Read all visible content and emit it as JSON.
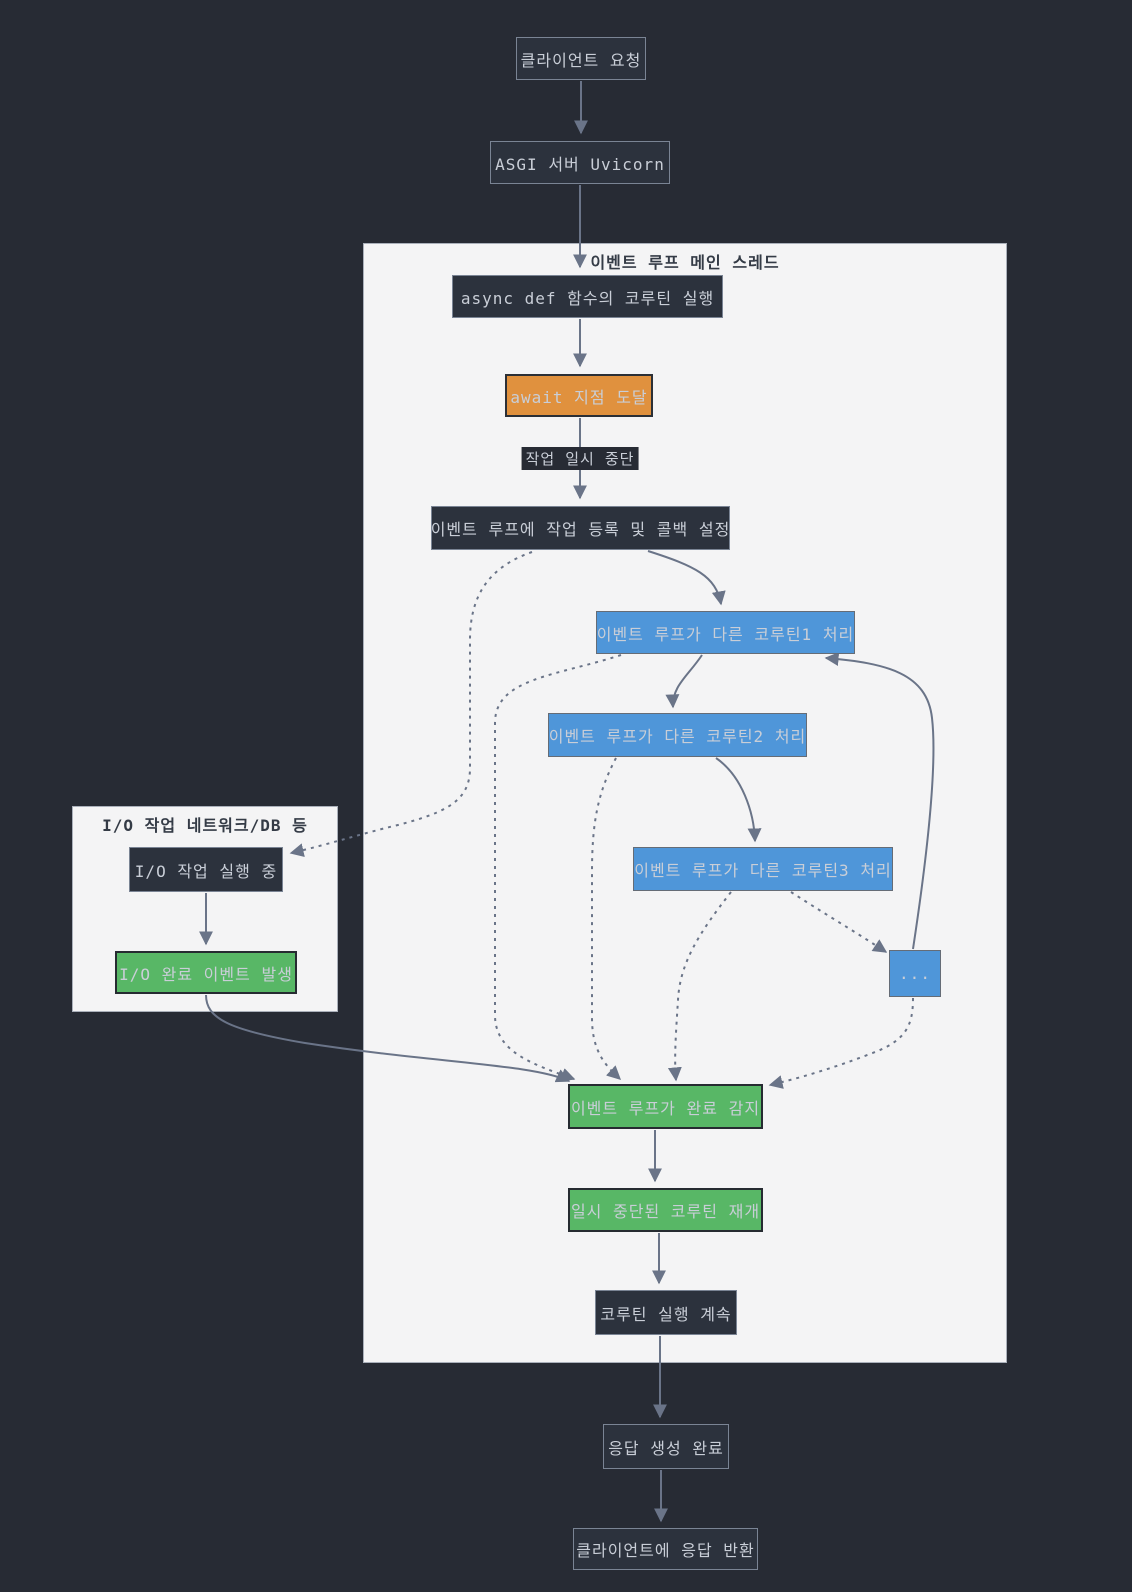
{
  "diagram": {
    "type": "flowchart",
    "subgraphs": {
      "event_loop_main_thread": {
        "label": "이벤트 루프 메인 스레드"
      },
      "io_work": {
        "label": "I/O 작업 네트워크/DB 등"
      }
    },
    "nodes": {
      "client_request": {
        "label": "클라이언트 요청",
        "style": "dark"
      },
      "asgi_server": {
        "label": "ASGI 서버 Uvicorn",
        "style": "dark"
      },
      "coroutine_exec": {
        "label": "async def 함수의 코루틴 실행",
        "style": "dark"
      },
      "await_point": {
        "label": "await 지점 도달",
        "style": "orange"
      },
      "register_task": {
        "label": "이벤트 루프에 작업 등록 및 콜백 설정",
        "style": "dark"
      },
      "coroutine1": {
        "label": "이벤트 루프가 다른 코루틴1 처리",
        "style": "blue"
      },
      "coroutine2": {
        "label": "이벤트 루프가 다른 코루틴2 처리",
        "style": "blue"
      },
      "coroutine3": {
        "label": "이벤트 루프가 다른 코루틴3 처리",
        "style": "blue"
      },
      "more_coroutines": {
        "label": "...",
        "style": "blue"
      },
      "io_running": {
        "label": "I/O 작업 실행 중",
        "style": "dark"
      },
      "io_done": {
        "label": "I/O 완료 이벤트 발생",
        "style": "green"
      },
      "loop_detect": {
        "label": "이벤트 루프가 완료 감지",
        "style": "green"
      },
      "resume_coroutine": {
        "label": "일시 중단된 코루틴 재개",
        "style": "green"
      },
      "continue_exec": {
        "label": "코루틴 실행 계속",
        "style": "dark"
      },
      "response_done": {
        "label": "응답 생성 완료",
        "style": "dark"
      },
      "return_response": {
        "label": "클라이언트에 응답 반환",
        "style": "dark"
      }
    },
    "edge_labels": {
      "suspend": "작업 일시 중단"
    },
    "colors": {
      "background": "#272b34",
      "dark_node_fill": "#2c323d",
      "dark_node_border": "#7a8494",
      "orange_node_fill": "#e0913e",
      "blue_node_fill": "#4f96d9",
      "green_node_fill": "#58b766",
      "subgraph_fill": "#f4f4f5",
      "node_text": "#c9ced7",
      "subgraph_text": "#343b46",
      "edge": "#6a7488"
    }
  }
}
